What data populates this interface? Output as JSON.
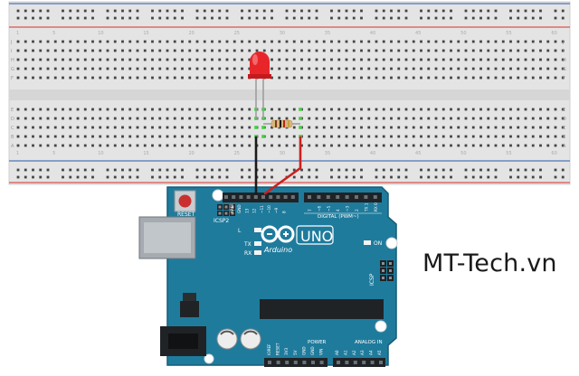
{
  "watermark": "MT-Tech.vn",
  "colors": {
    "breadboard": "#e3e3e3",
    "rail_red": "#d9534f",
    "rail_blue": "#4a78b8",
    "arduino_body": "#1f7b9c",
    "arduino_edge": "#155c76",
    "led": "#e8262a",
    "wire_black": "#1a1a1a",
    "wire_red": "#cc1f1f"
  },
  "breadboard": {
    "top_row_letters": [
      "J",
      "I",
      "H",
      "G",
      "F"
    ],
    "bottom_row_letters": [
      "E",
      "D",
      "C",
      "B",
      "A"
    ],
    "column_labels": [
      "1",
      "5",
      "10",
      "15",
      "20",
      "25",
      "30",
      "35",
      "40",
      "45",
      "50",
      "55",
      "60"
    ]
  },
  "components": {
    "led": {
      "name": "LED",
      "color": "red"
    },
    "resistor": {
      "name": "resistor"
    }
  },
  "arduino": {
    "reset_label": "RESET",
    "icsp2_label": "ICSP2",
    "icsp_label": "ICSP",
    "l_label": "L",
    "tx_label": "TX",
    "rx_label": "RX",
    "on_label": "ON",
    "brand": "Arduino",
    "model": "UNO",
    "digital_label": "DIGITAL (PWM~)",
    "power_label": "POWER",
    "analog_label": "ANALOG IN",
    "digital_pins_left": [
      "AREF",
      "GND",
      "13",
      "12",
      "~11",
      "~10",
      "~9",
      "8"
    ],
    "digital_pins_right": [
      "7",
      "~6",
      "~5",
      "4",
      "~3",
      "2",
      "TX 1",
      "RX 0"
    ],
    "power_pins": [
      "IOREF",
      "RESET",
      "3V3",
      "5V",
      "GND",
      "GND",
      "VIN"
    ],
    "analog_pins": [
      "A0",
      "A1",
      "A2",
      "A3",
      "A4",
      "A5"
    ]
  }
}
